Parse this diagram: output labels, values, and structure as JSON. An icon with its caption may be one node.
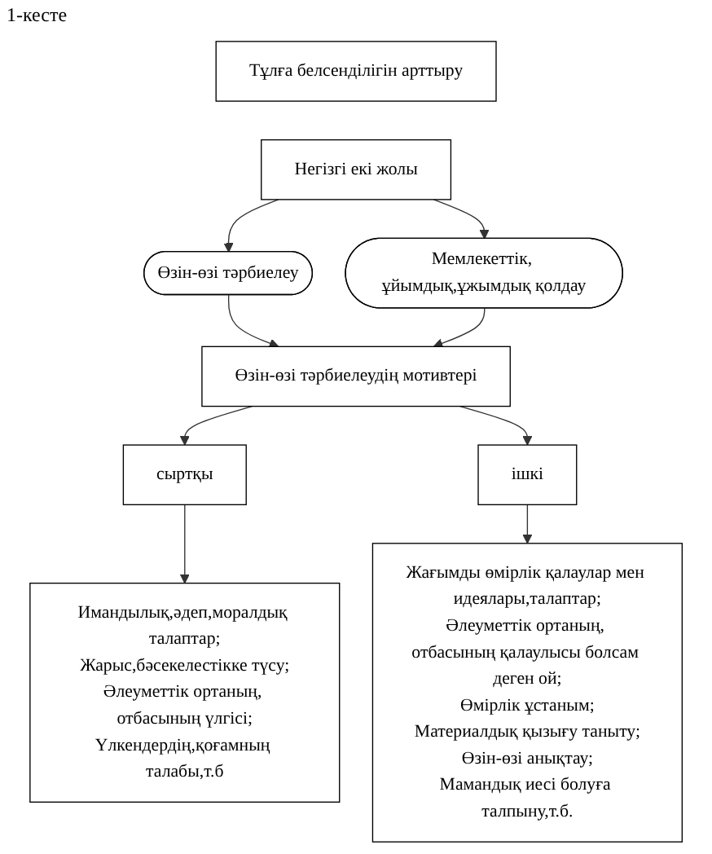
{
  "diagram": {
    "title": "1-кесте",
    "nodes": [
      {
        "text": [
          "Тұлға белсенділігін арттыру"
        ]
      },
      {
        "text": [
          "Негізгі екі жолы"
        ]
      },
      {
        "text": [
          "Өзін-өзі тәрбиелеу"
        ]
      },
      {
        "text": [
          "Мемлекеттік, ұйымдық,ұжымдық қолдау"
        ]
      },
      {
        "text": [
          "Өзін-өзі тәрбиелеудің мотивтері"
        ]
      },
      {
        "text": [
          "сыртқы"
        ]
      },
      {
        "text": [
          "ішкі"
        ]
      },
      {
        "text": [
          "Имандылық,әдеп,моралдық талаптар;",
          "Жарыс,бәсекелестікке түсу;",
          "Әлеуметтік ортаның, отбасының үлгісі;",
          "Үлкендердің,қоғамның талабы,т.б"
        ]
      },
      {
        "text": [
          "Жағымды өмірлік қалаулар мен идеялары,талаптар;",
          "Әлеуметтік ортаның, отбасының қалаулысы болсам деген ой;",
          "Өмірлік ұстаным;",
          "Материалдық қызығу таныту;",
          "Өзін-өзі анықтау;",
          "Мамандық иесі болуға талпыну,т.б."
        ]
      }
    ],
    "edges": [
      {
        "from": 1,
        "to": 2,
        "arrow": "to"
      },
      {
        "from": 1,
        "to": 3,
        "arrow": "to"
      },
      {
        "from": 2,
        "to": 4,
        "arrow": "to"
      },
      {
        "from": 3,
        "to": 4,
        "arrow": "to"
      },
      {
        "from": 4,
        "to": 5,
        "arrow": "to"
      },
      {
        "from": 4,
        "to": 6,
        "arrow": "to"
      },
      {
        "from": 5,
        "to": 7,
        "arrow": "to"
      },
      {
        "from": 6,
        "to": 8,
        "arrow": "to"
      }
    ]
  }
}
